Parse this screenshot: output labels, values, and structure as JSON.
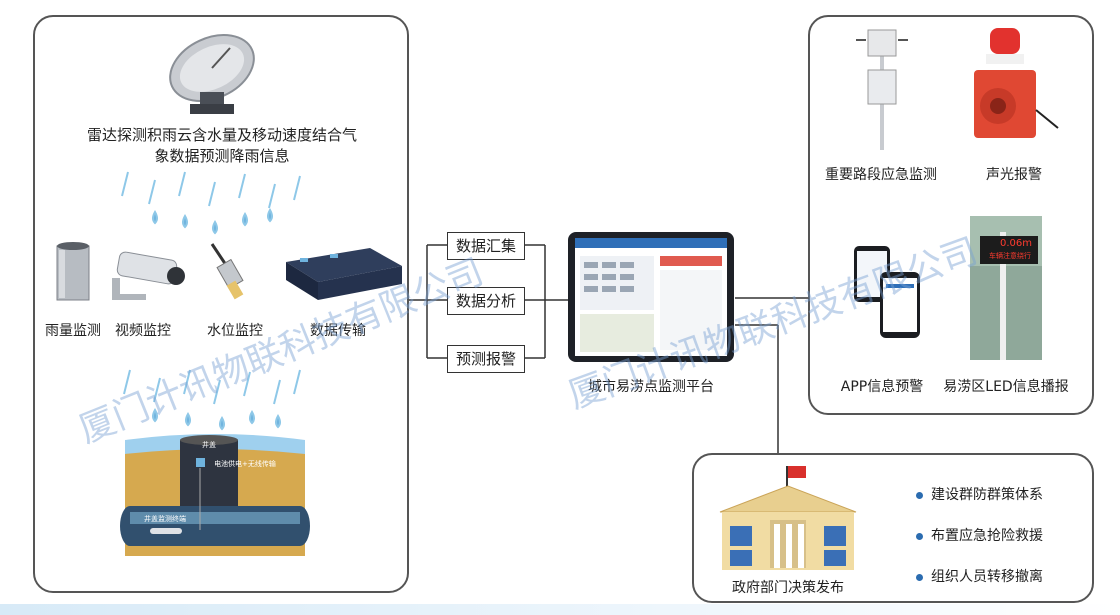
{
  "left_panel": {
    "radar_caption_line1": "雷达探测积雨云含水量及移动速度结合气",
    "radar_caption_line2": "象数据预测降雨信息",
    "devices": [
      {
        "label": "雨量监测",
        "icon": "rain-gauge-icon"
      },
      {
        "label": "视频监控",
        "icon": "cctv-camera-icon"
      },
      {
        "label": "水位监控",
        "icon": "water-level-sensor-icon"
      },
      {
        "label": "数据传输",
        "icon": "data-transmitter-icon"
      }
    ],
    "well": {
      "top_label": "井盖",
      "power_label": "电池供电+无线传输",
      "terminal_label": "井盖监测终端"
    }
  },
  "process_boxes": [
    "数据汇集",
    "数据分析",
    "预测报警"
  ],
  "platform": {
    "label": "城市易涝点监测平台"
  },
  "right_panel": {
    "items": [
      {
        "label": "重要路段应急监测",
        "icon": "weather-station-icon"
      },
      {
        "label": "声光报警",
        "icon": "sound-light-alarm-icon"
      },
      {
        "label": "APP信息预警",
        "icon": "smartphone-app-icon"
      },
      {
        "label": "易涝区LED信息播报",
        "icon": "led-sign-icon"
      }
    ],
    "led_text_line1": "0.06m",
    "led_text_line2": "车辆注意绕行"
  },
  "gov_panel": {
    "label": "政府部门决策发布",
    "bullets": [
      "建设群防群策体系",
      "布置应急抢险救援",
      "组织人员转移撤离"
    ]
  },
  "watermark": "厦门计讯物联科技有限公司",
  "colors": {
    "border": "#555555",
    "line": "#333333",
    "bullet": "#2b6cb0",
    "rain": "#8ec8e8",
    "watermark": "#78a0d2"
  }
}
